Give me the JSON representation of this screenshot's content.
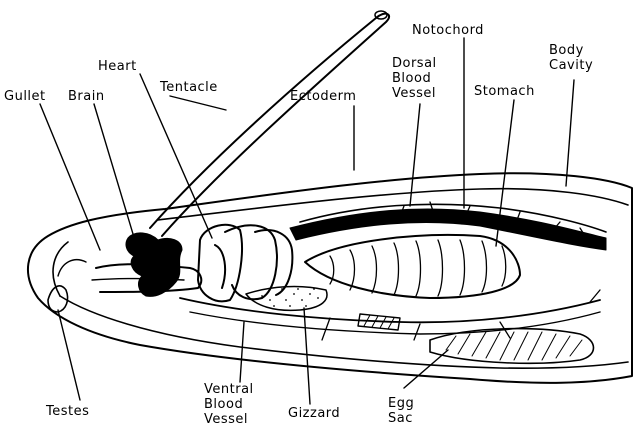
{
  "labels": {
    "gullet": "Gullet",
    "brain": "Brain",
    "heart": "Heart",
    "tentacle": "Tentacle",
    "ectoderm": "Ectoderm",
    "notochord": "Notochord",
    "dorsal_blood_vessel": [
      "Dorsal",
      "Blood",
      "Vessel"
    ],
    "stomach": "Stomach",
    "body_cavity": [
      "Body",
      "Cavity"
    ],
    "testes": "Testes",
    "ventral_blood_vessel": [
      "Ventral",
      "Blood",
      "Vessel"
    ],
    "gizzard": "Gizzard",
    "egg_sac": [
      "Egg",
      "Sac"
    ]
  },
  "colors": {
    "ink": "#000000",
    "paper": "#ffffff"
  }
}
